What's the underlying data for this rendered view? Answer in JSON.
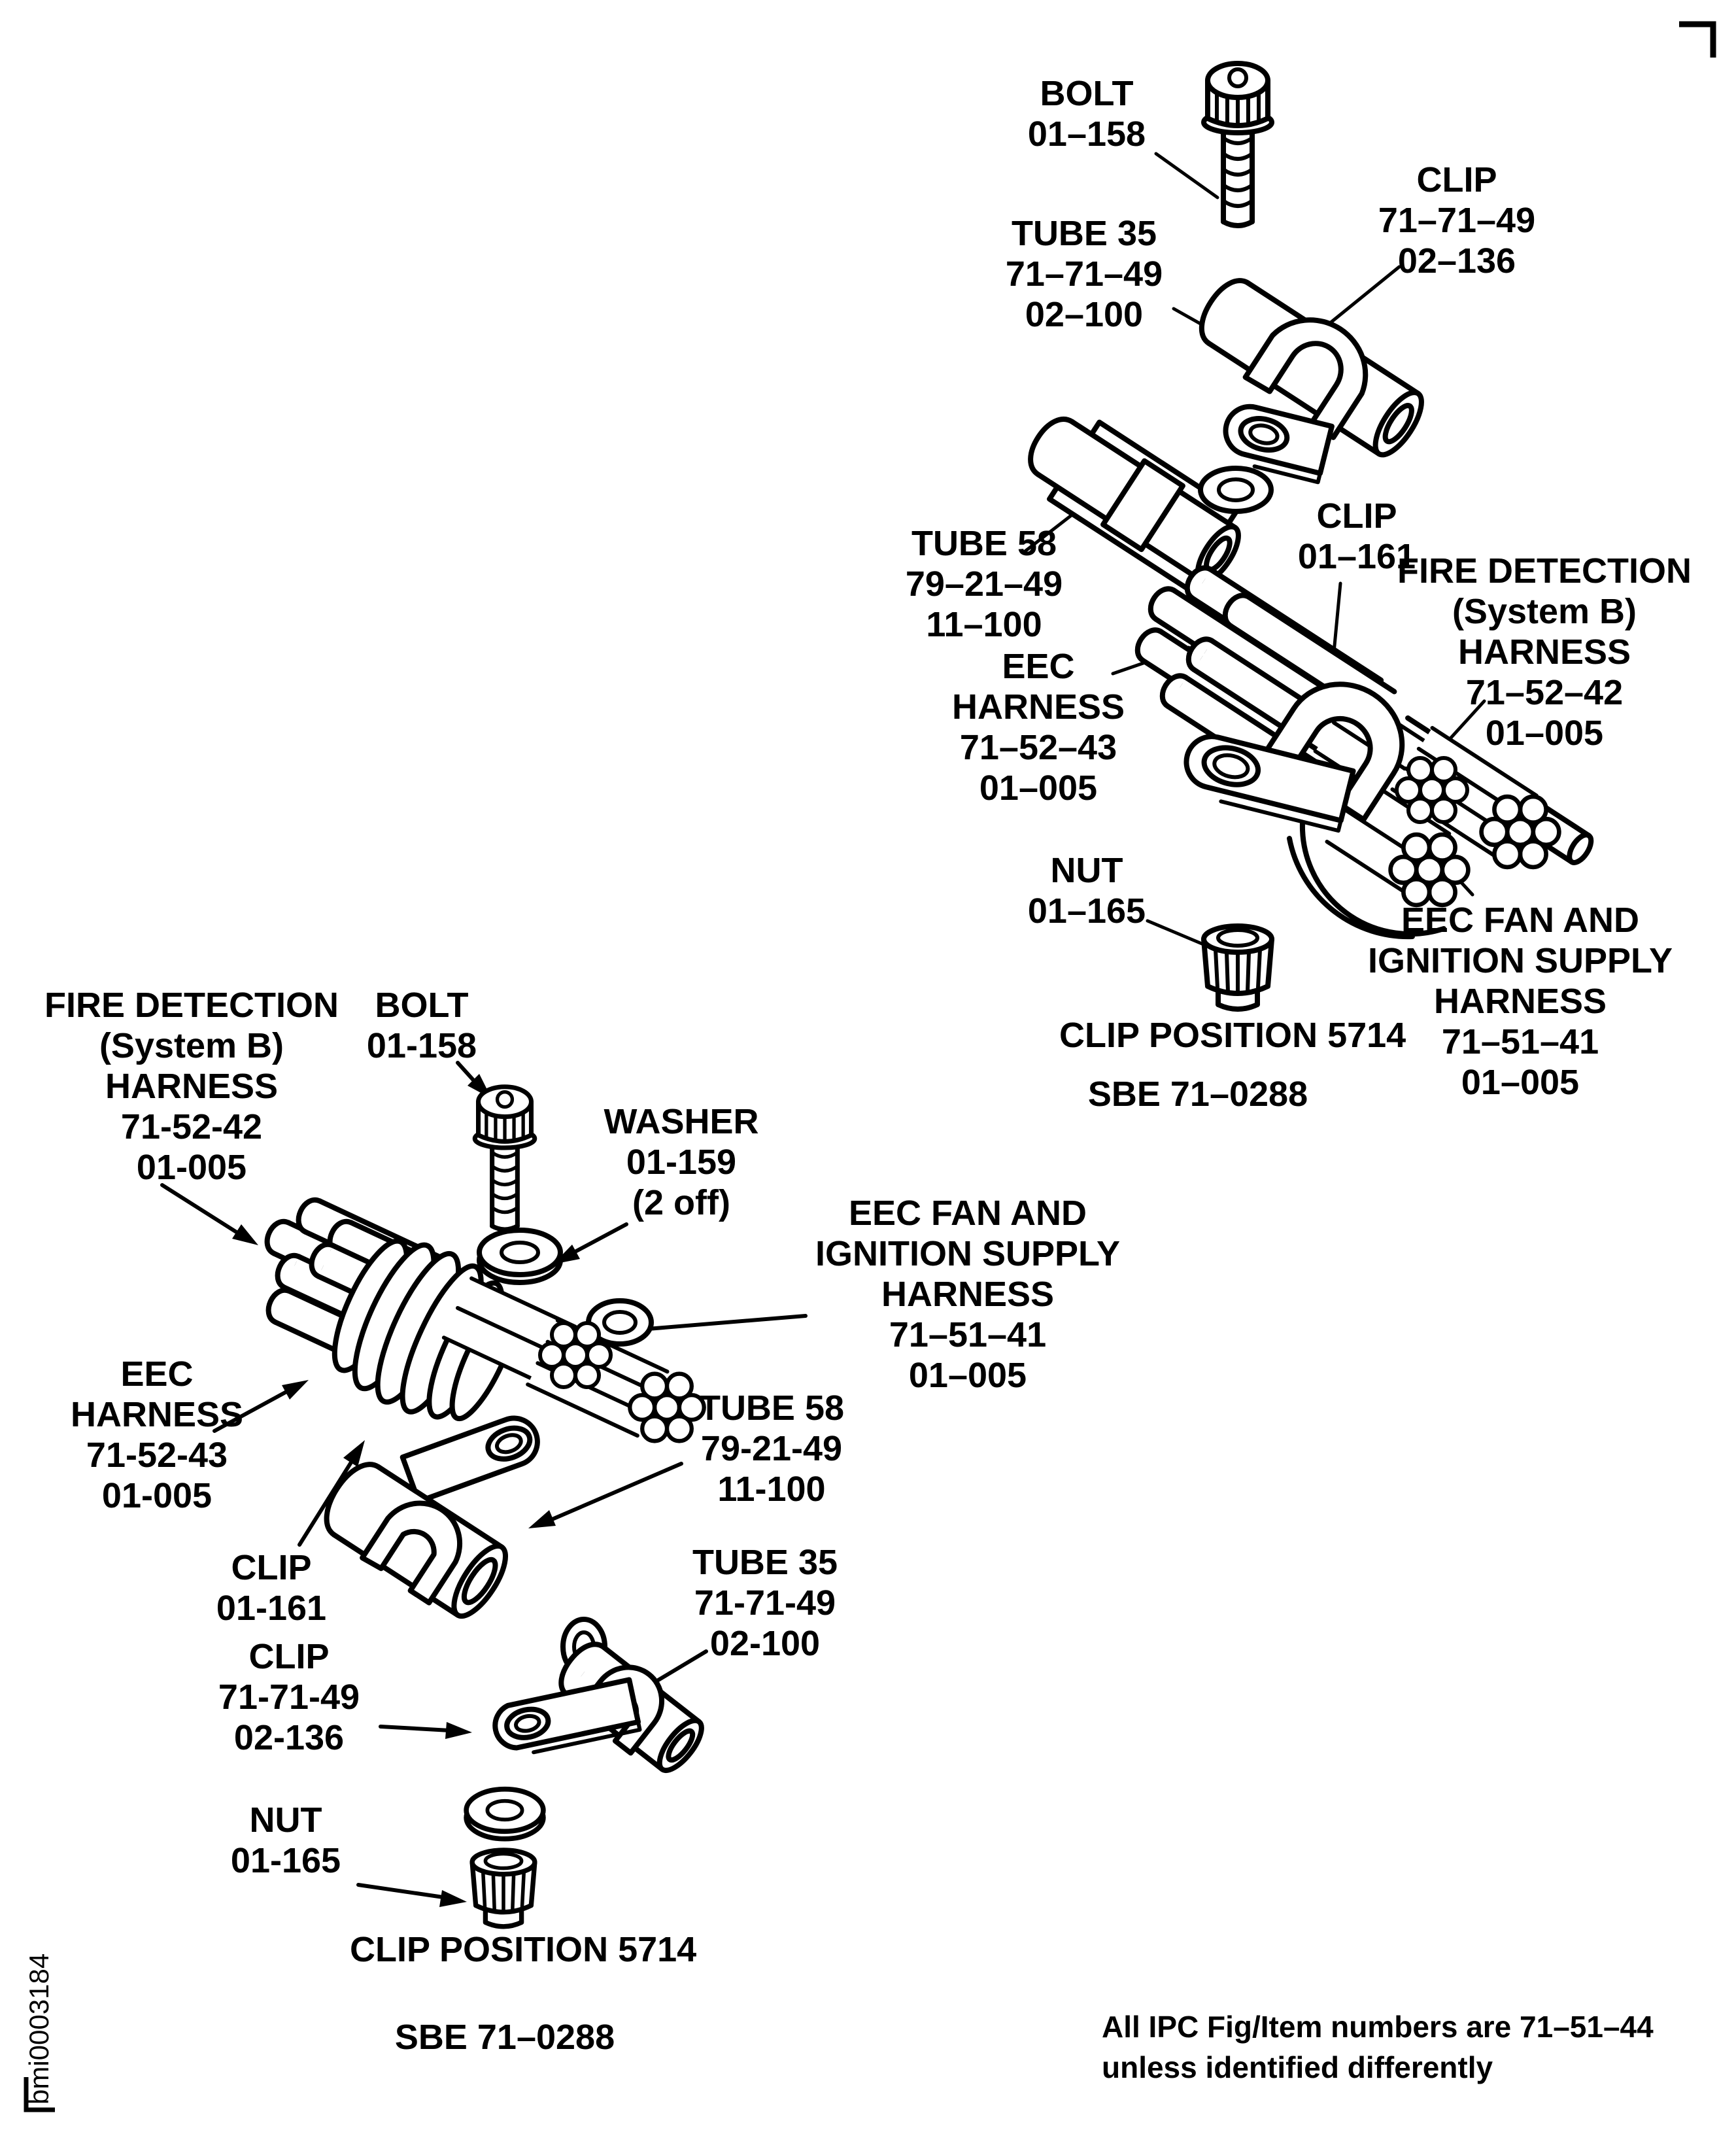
{
  "figure": {
    "paper_color": "#ffffff",
    "ink_color": "#000000",
    "right": {
      "bolt": [
        "BOLT",
        "01–158"
      ],
      "clip_tube35": [
        "CLIP",
        "71–71–49",
        "02–136"
      ],
      "tube35": [
        "TUBE 35",
        "71–71–49",
        "02–100"
      ],
      "tube58": [
        "TUBE 58",
        "79–21–49",
        "11–100"
      ],
      "clip161": [
        "CLIP",
        "01–161"
      ],
      "fire_detection": [
        "FIRE DETECTION",
        "(System B)",
        "HARNESS",
        "71–52–42",
        "01–005"
      ],
      "eec_harness": [
        "EEC",
        "HARNESS",
        "71–52–43",
        "01–005"
      ],
      "nut": [
        "NUT",
        "01–165"
      ],
      "eec_fan": [
        "EEC FAN AND",
        "IGNITION SUPPLY",
        "HARNESS",
        "71–51–41",
        "01–005"
      ],
      "caption": "CLIP POSITION 5714",
      "ref": "SBE 71–0288"
    },
    "left": {
      "fire_detection": [
        "FIRE DETECTION",
        "(System B)",
        "HARNESS",
        "71-52-42",
        "01-005"
      ],
      "bolt": [
        "BOLT",
        "01-158"
      ],
      "washer": [
        "WASHER",
        "01-159",
        "(2 off)"
      ],
      "eec_fan": [
        "EEC FAN AND",
        "IGNITION SUPPLY",
        "HARNESS",
        "71–51–41",
        "01–005"
      ],
      "eec_harness": [
        "EEC",
        "HARNESS",
        "71-52-43",
        "01-005"
      ],
      "clip161": [
        "CLIP",
        "01-161"
      ],
      "tube58": [
        "TUBE 58",
        "79-21-49",
        "11-100"
      ],
      "tube35": [
        "TUBE 35",
        "71-71-49",
        "02-100"
      ],
      "clip_tube35": [
        "CLIP",
        "71-71-49",
        "02-136"
      ],
      "nut": [
        "NUT",
        "01-165"
      ],
      "caption": "CLIP POSITION 5714",
      "ref": "SBE 71–0288"
    },
    "footnote": [
      "All IPC Fig/Item numbers are 71–51–44",
      "unless identified differently"
    ],
    "doc_id": "bmi0003184"
  }
}
